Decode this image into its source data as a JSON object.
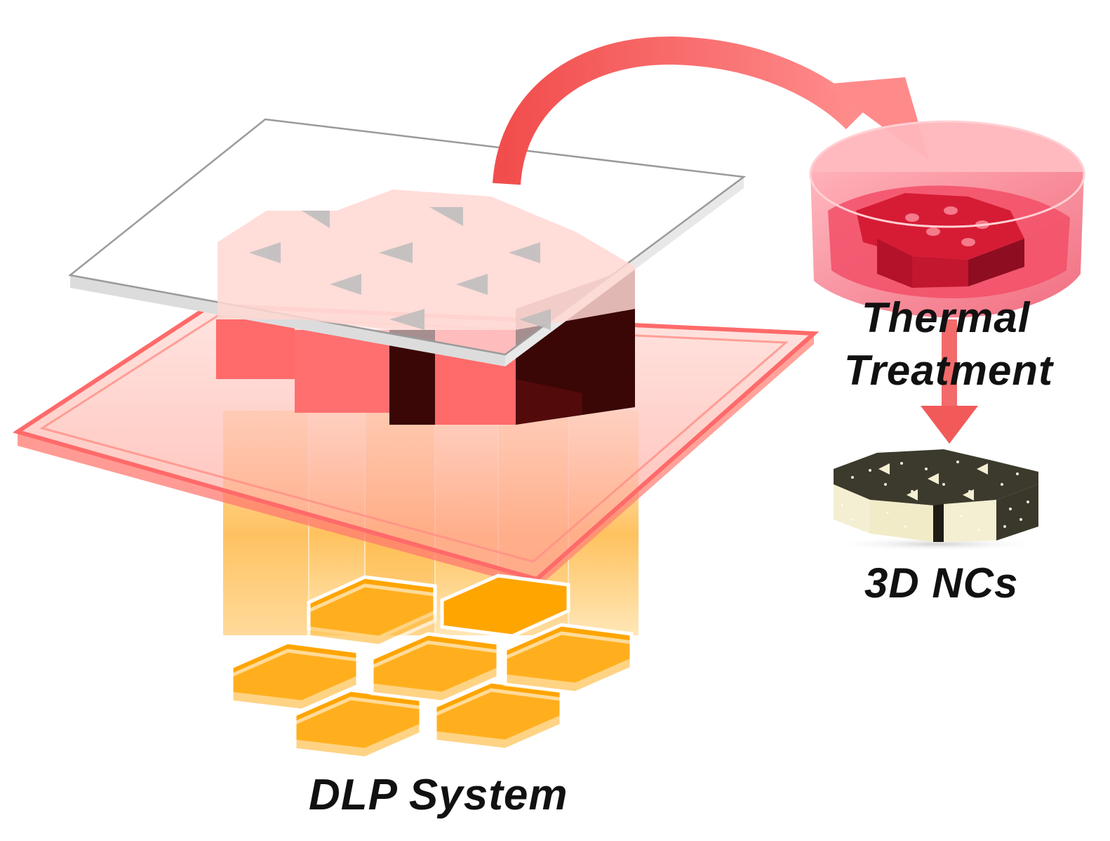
{
  "labels": {
    "thermal_line1": "Thermal",
    "thermal_line2": "Treatment",
    "product": "3D NCs",
    "system": "DLP System"
  },
  "colors": {
    "resin_red": "#ff6a6a",
    "dark_side": "#3a0606",
    "light_orange": "#ffa500",
    "arrow_red": "#f25a5a",
    "crucible_pink": "#f06a7c",
    "ceramic_cream": "#f4efd2",
    "ceramic_dark": "#3c3a2c"
  },
  "icons": {
    "flow_arrow_1": "curved-arrow-icon",
    "flow_arrow_2": "down-arrow-icon"
  }
}
